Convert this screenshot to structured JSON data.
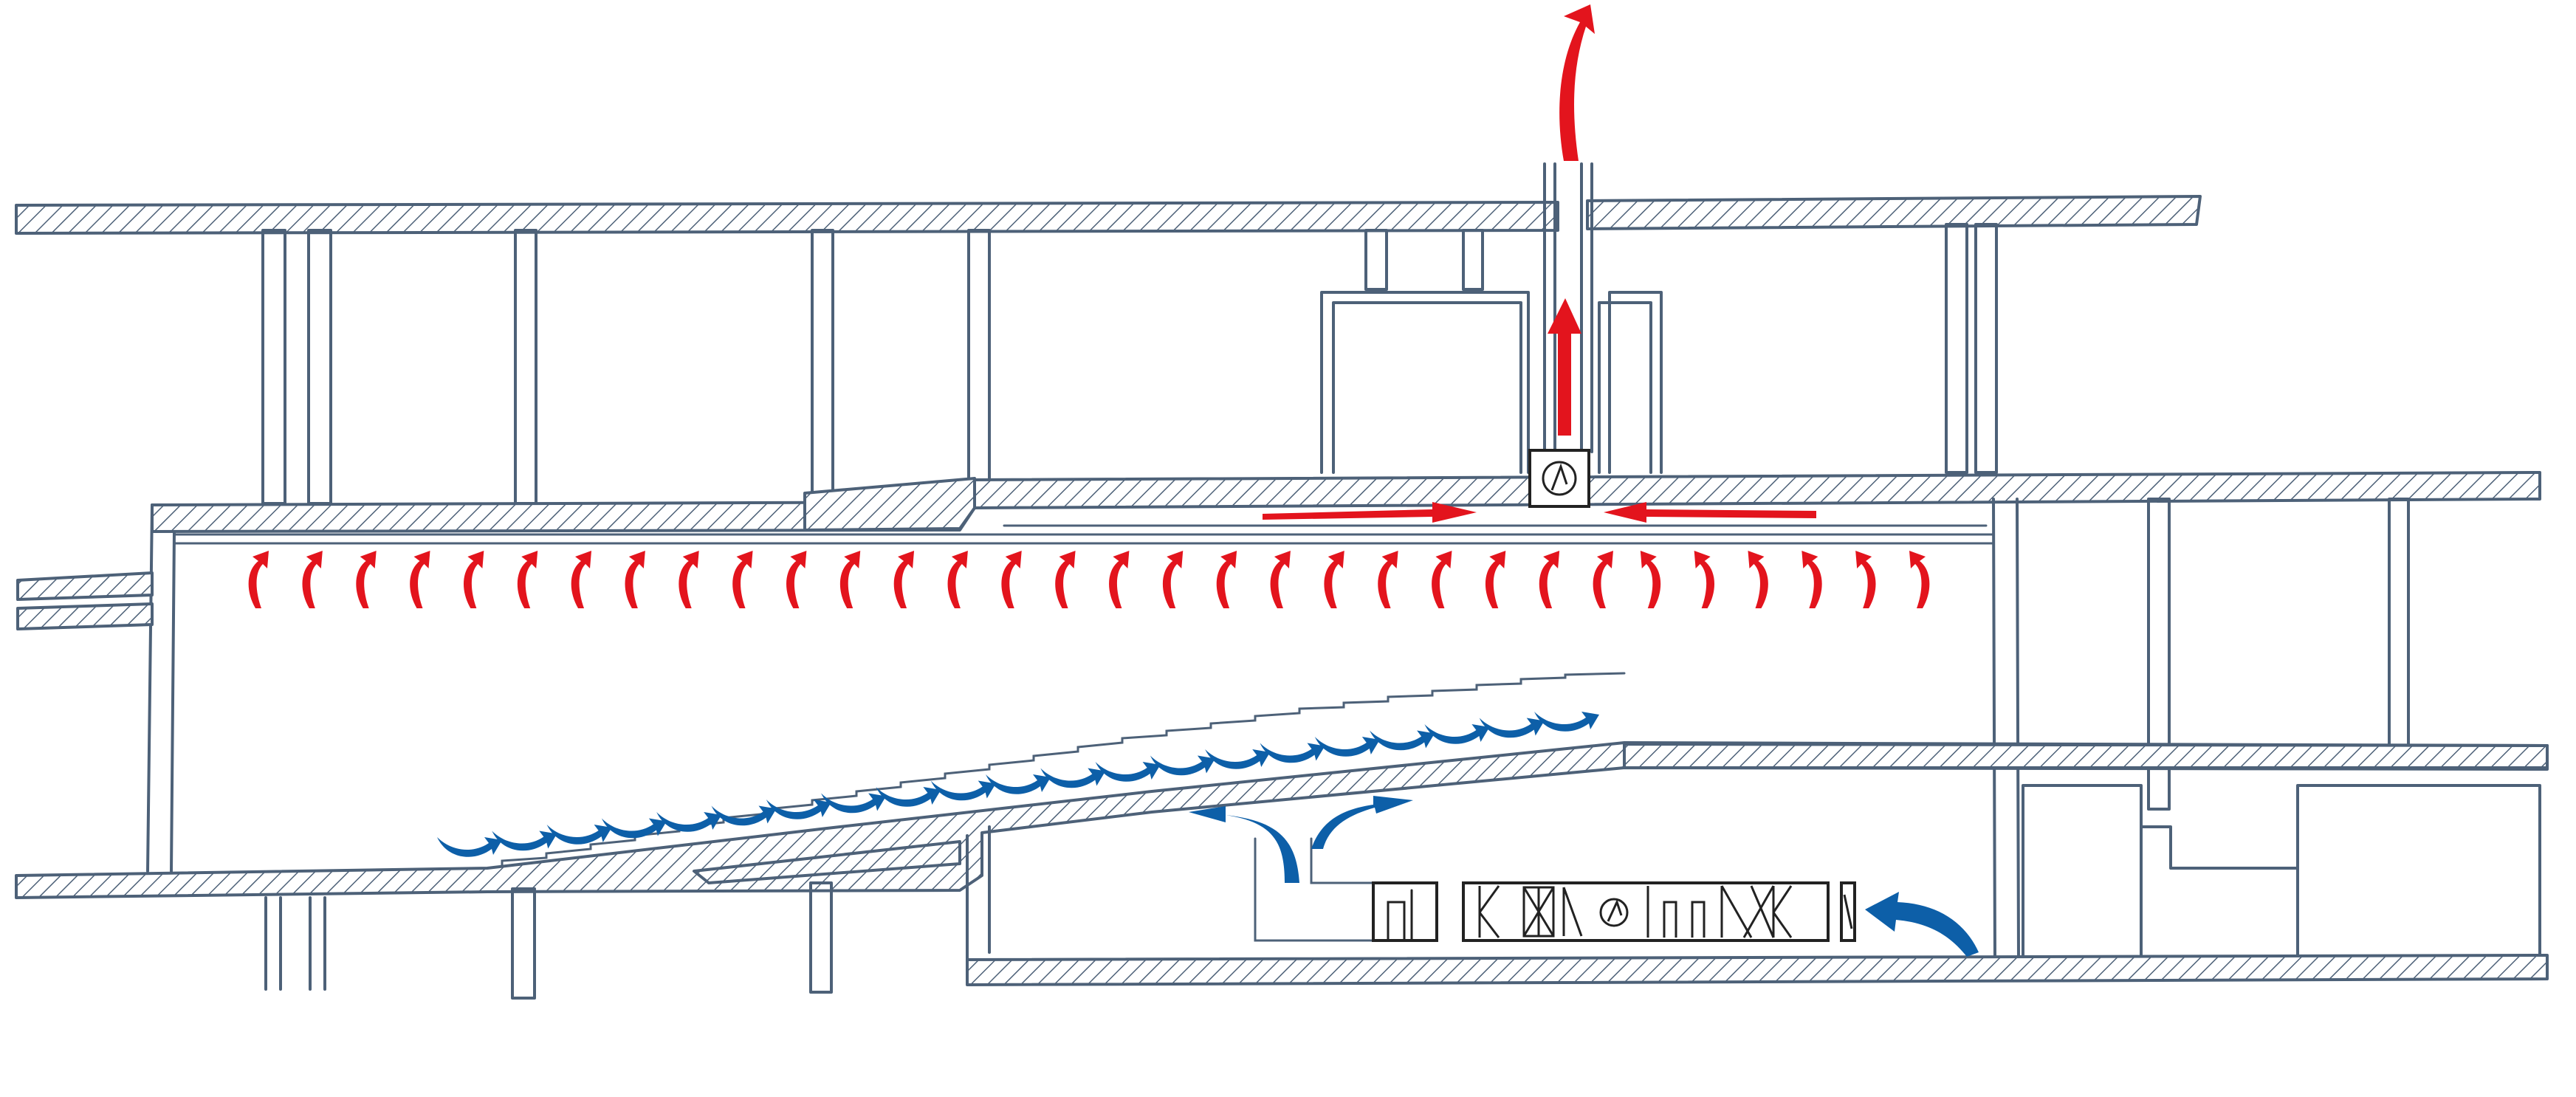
{
  "diagram": {
    "type": "building-section-ventilation-sketch",
    "colors": {
      "structure": "#4d6178",
      "exhaust_air": "#e3141d",
      "supply_air": "#0d5fa8",
      "equipment": "#222222"
    },
    "elements": {
      "exhaust_fan_icon": "fan-icon",
      "air_handling_unit_icons": [
        "filter-icon",
        "damper-icon",
        "heat-recovery-icon",
        "fan-icon",
        "coil-icon",
        "coil-icon",
        "heat-exchanger-icon",
        "damper-icon"
      ],
      "ceiling_extract_arrows": 32,
      "seat_supply_arrows": 21
    }
  }
}
